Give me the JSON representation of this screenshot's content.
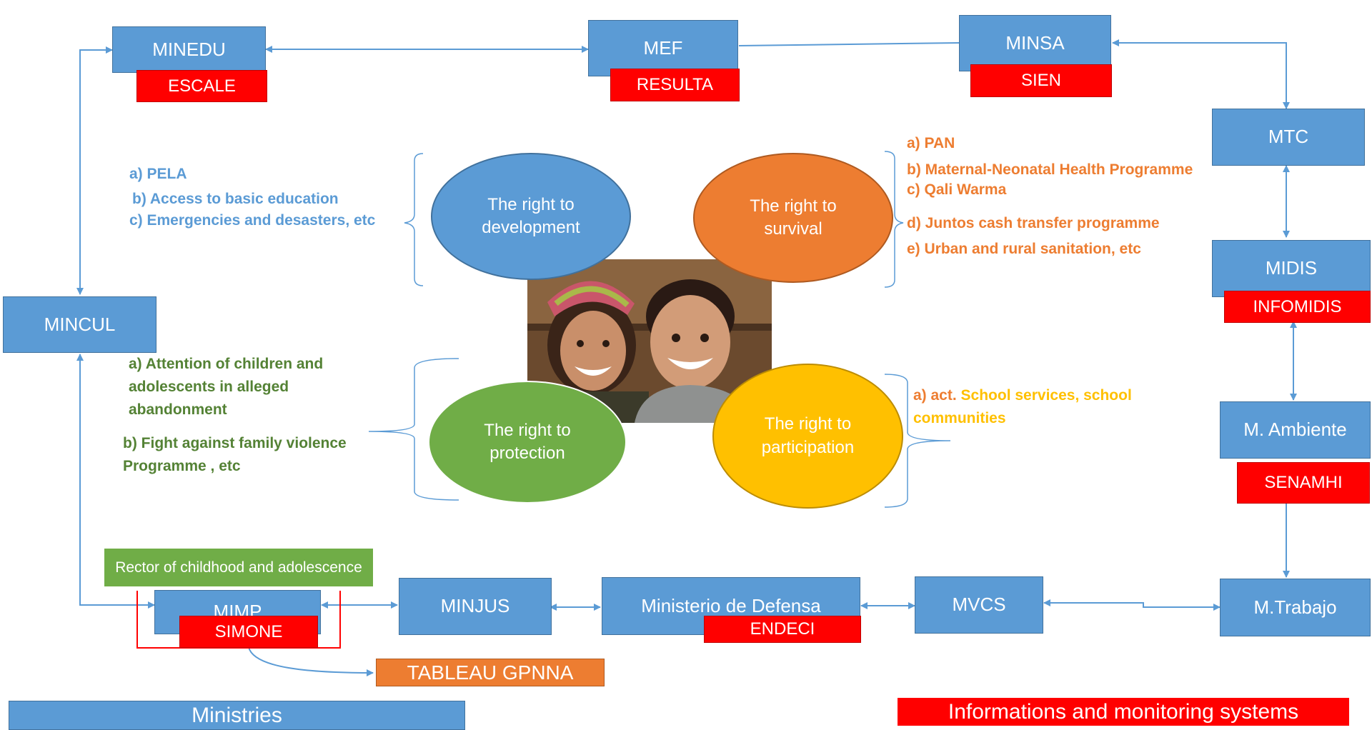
{
  "ministries": {
    "minedu": "MINEDU",
    "mef": "MEF",
    "minsa": "MINSA",
    "mtc": "MTC",
    "midis": "MIDIS",
    "ambiente": "M. Ambiente",
    "trabajo": "M.Trabajo",
    "mvcs": "MVCS",
    "defensa": "Ministerio de Defensa",
    "minjus": "MINJUS",
    "mimp": "MIMP",
    "mincul": "MINCUL"
  },
  "systems": {
    "escale": "ESCALE",
    "resulta": "RESULTA",
    "sien": "SIEN",
    "infomidis": "INFOMIDIS",
    "senamhi": "SENAMHI",
    "endeci": "ENDECI",
    "simone": "SIMONE",
    "tableau": "TABLEAU GPNNA"
  },
  "rector_label": "Rector of childhood and adolescence",
  "rights": {
    "development": "The right to development",
    "survival": "The right to survival",
    "protection": "The right to protection",
    "participation": "The right to participation"
  },
  "development_notes": [
    "a) PELA",
    "b) Access to basic education",
    "c) Emergencies and desasters, etc"
  ],
  "survival_notes": [
    "a) PAN",
    "b) Maternal-Neonatal Health Programme",
    "c) Qali Warma",
    "d) Juntos cash transfer programme",
    "e) Urban and rural sanitation, etc"
  ],
  "protection_notes": {
    "a": "a) Attention of children and adolescents in alleged abandonment",
    "b": "b) Fight against family violence Programme , etc"
  },
  "participation_notes": {
    "prefix": "a) act. ",
    "text": "School services, school communities"
  },
  "legend": {
    "ministries": "Ministries",
    "systems": "Informations and monitoring systems"
  },
  "colors": {
    "ministry_blue": "#5b9bd5",
    "system_red": "#ff0000",
    "rector_green": "#70ad47",
    "tableau_orange": "#ed7d31",
    "development_blue": "#5b9bd5",
    "survival_orange": "#ed7d31",
    "protection_green": "#70ad47",
    "participation_yellow": "#ffc000"
  }
}
